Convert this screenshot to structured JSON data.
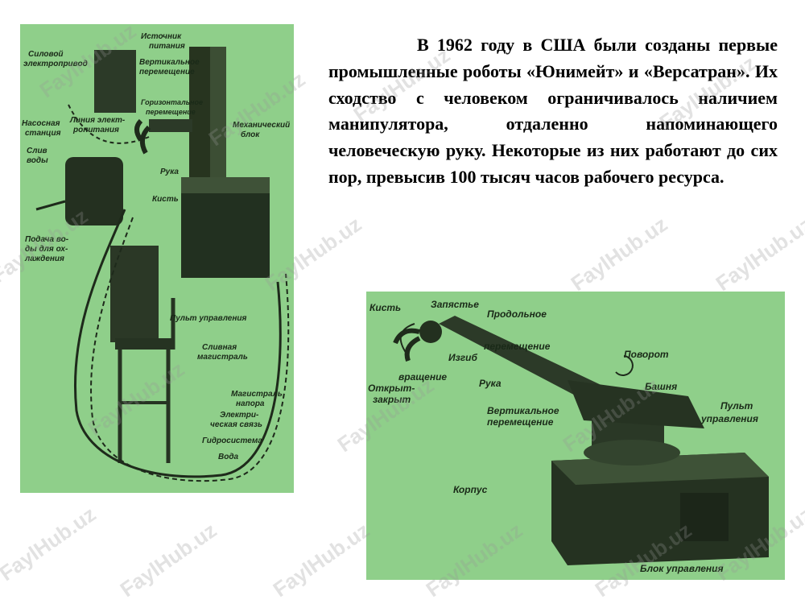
{
  "paragraph": "В 1962 году в США были созданы первые промышленные роботы «Юнимейт» и «Версатран». Их сходство с человеком ограничивалось наличием манипулятора, отдаленно напоминающего человеческую руку. Некоторые из них работают до сих пор, превысив 100 тысяч часов рабочего ресурса.",
  "watermark": "FaylHub.uz",
  "colors": {
    "figure_bg": "#8fcf8a",
    "ink": "#1a2a18"
  },
  "figure_left": {
    "labels": {
      "power_motor_1": "Силовой",
      "power_motor_2": "электропривод",
      "power_source_1": "Источник",
      "power_source_2": "питания",
      "vertical_1": "Вертикальное",
      "vertical_2": "перемещение",
      "horizontal_1": "Горизонтальное",
      "horizontal_2": "перемещение",
      "pump_1": "Насосная",
      "pump_2": "станция",
      "line_1": "Линия элект-",
      "line_2": "ропитания",
      "drain_1": "Слив",
      "drain_2": "воды",
      "mech_1": "Механический",
      "mech_2": "блок",
      "arm": "Рука",
      "hand": "Кисть",
      "cooling_1": "Подача во-",
      "cooling_2": "ды для ох-",
      "cooling_3": "лаждения",
      "panel": "Пульт управления",
      "drain_main_1": "Сливная",
      "drain_main_2": "магистраль",
      "main_1": "Магистраль",
      "main_2": "напора",
      "electric_1": "Электри-",
      "electric_2": "ческая связь",
      "hydro": "Гидросистема",
      "water": "Вода"
    }
  },
  "figure_right": {
    "labels": {
      "hand": "Кисть",
      "wrist": "Запястье",
      "longitudinal_1": "Продольное",
      "longitudinal_2": "перемещение",
      "bend": "Изгиб",
      "rotation": "вращение",
      "open_close_1": "Открыт-",
      "open_close_2": "закрыт",
      "arm": "Рука",
      "turn": "Поворот",
      "tower": "Башня",
      "panel_1": "Пульт",
      "panel_2": "управления",
      "vertical_1": "Вертикальное",
      "vertical_2": "перемещение",
      "body": "Корпус",
      "control_block": "Блок управления"
    }
  }
}
